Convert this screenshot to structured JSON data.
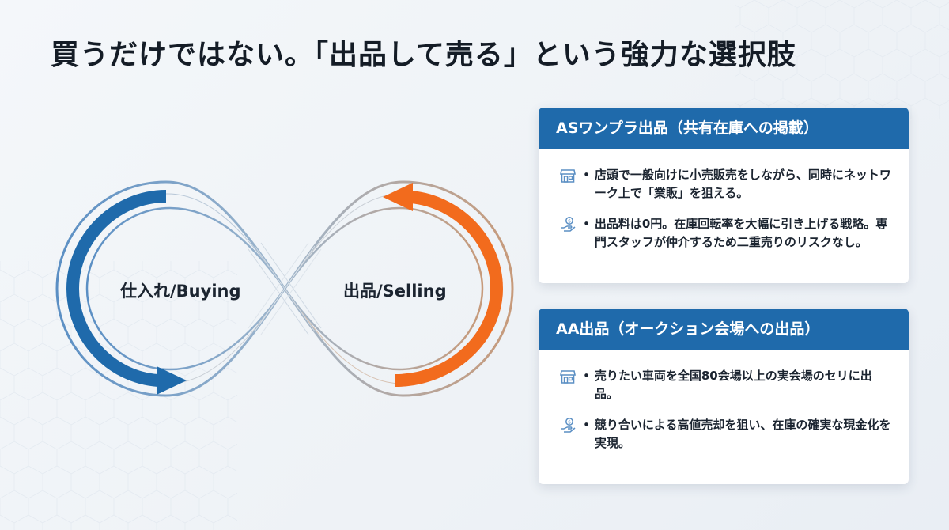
{
  "title": "買うだけではない。「出品して売る」という強力な選択肢",
  "diagram": {
    "left_label": "仕入れ/Buying",
    "right_label": "出品/Selling",
    "colors": {
      "buying": "#1f6aab",
      "selling": "#f26b1d"
    }
  },
  "cards": [
    {
      "header": "ASワンプラ出品（共有在庫への掲載）",
      "items": [
        {
          "icon": "storefront-icon",
          "text": "店頭で一般向けに小売販売をしながら、同時にネットワーク上で「業販」を狙える。"
        },
        {
          "icon": "money-hand-icon",
          "text": "出品料は0円。在庫回転率を大幅に引き上げる戦略。専門スタッフが仲介するため二重売りのリスクなし。"
        }
      ]
    },
    {
      "header": "AA出品（オークション会場への出品）",
      "items": [
        {
          "icon": "storefront-icon",
          "text": "売りたい車両を全国80会場以上の実会場のセリに出品。"
        },
        {
          "icon": "money-hand-icon",
          "text": "競り合いによる高値売却を狙い、在庫の確実な現金化を実現。"
        }
      ]
    }
  ],
  "colors": {
    "header_blue": "#1f6aab",
    "accent_orange": "#f26b1d"
  }
}
